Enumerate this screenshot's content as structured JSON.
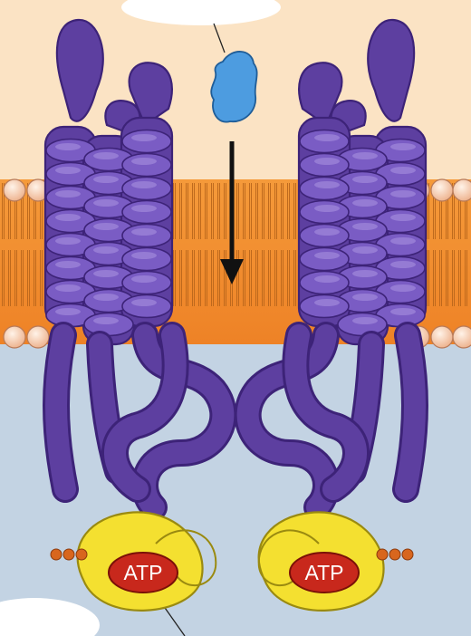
{
  "atp_left": "ATP",
  "atp_right": "ATP",
  "colors": {
    "extracellular": "#fbe3c4",
    "membrane_core": "#f0872c",
    "lipid_head": "#f7cdb0",
    "cytoplasm": "#c3d3e3",
    "protein": "#5d3fa0",
    "protein_dark": "#3d2378",
    "nucleotide_binding_domain": "#f4e030",
    "atp_oval": "#c8281c",
    "phosphate": "#d8661e",
    "substrate": "#4d9ce0"
  },
  "arrow_direction": "down"
}
